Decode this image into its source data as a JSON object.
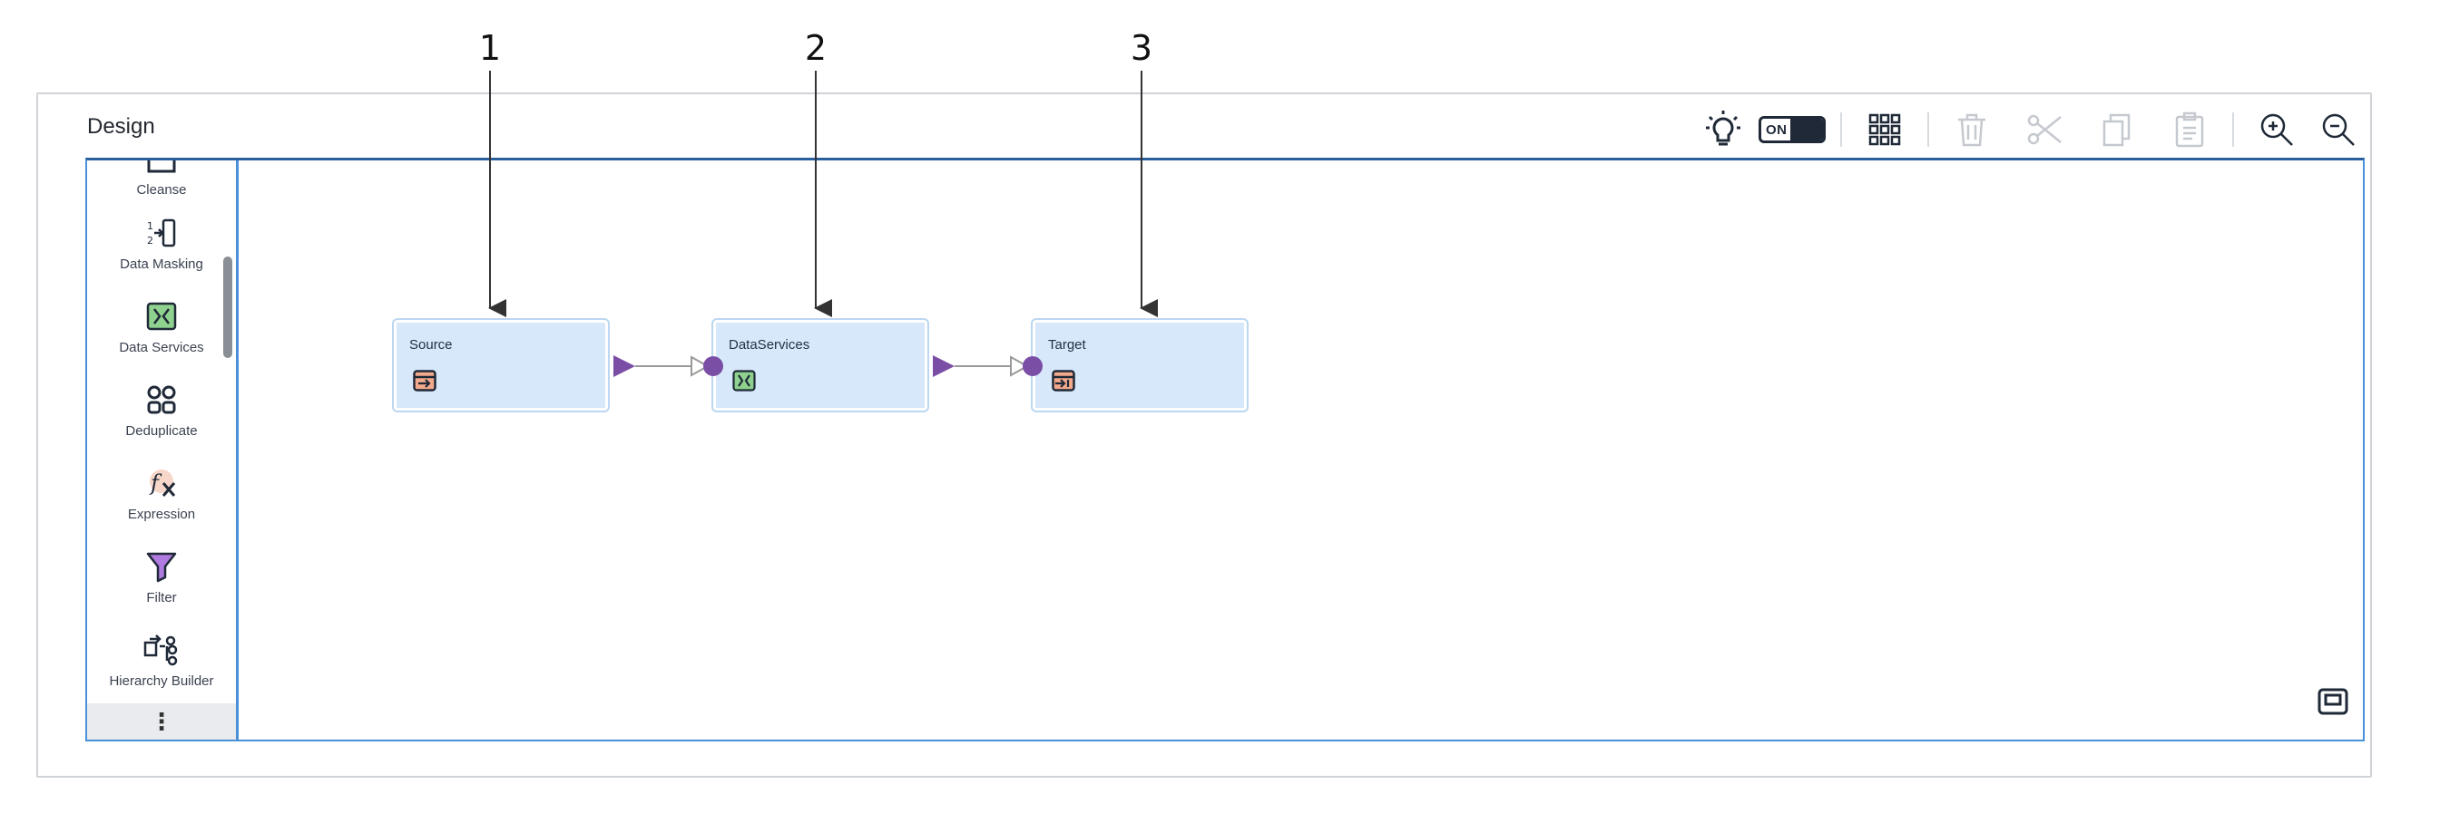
{
  "callouts": [
    "1",
    "2",
    "3"
  ],
  "panel": {
    "title": "Design"
  },
  "toolbar": {
    "recommendation_toggle": "ON",
    "icons": [
      "lightbulb-icon",
      "grid-icon",
      "trash-icon",
      "cut-icon",
      "copy-icon",
      "paste-icon",
      "zoom-in-icon",
      "zoom-out-icon"
    ]
  },
  "palette": {
    "items": [
      {
        "label": "Cleanse",
        "icon": "cleanse-icon"
      },
      {
        "label": "Data Masking",
        "icon": "data-masking-icon"
      },
      {
        "label": "Data Services",
        "icon": "data-services-icon"
      },
      {
        "label": "Deduplicate",
        "icon": "deduplicate-icon"
      },
      {
        "label": "Expression",
        "icon": "expression-icon"
      },
      {
        "label": "Filter",
        "icon": "filter-icon"
      },
      {
        "label": "Hierarchy Builder",
        "icon": "hierarchy-builder-icon"
      }
    ],
    "more_label": "⋮"
  },
  "nodes": [
    {
      "title": "Source",
      "icon": "source-icon"
    },
    {
      "title": "DataServices",
      "icon": "data-services-icon"
    },
    {
      "title": "Target",
      "icon": "target-icon"
    }
  ],
  "colors": {
    "accent": "#4a90d9",
    "node_fill": "#d6e8f9",
    "port": "#7b4ea6"
  }
}
